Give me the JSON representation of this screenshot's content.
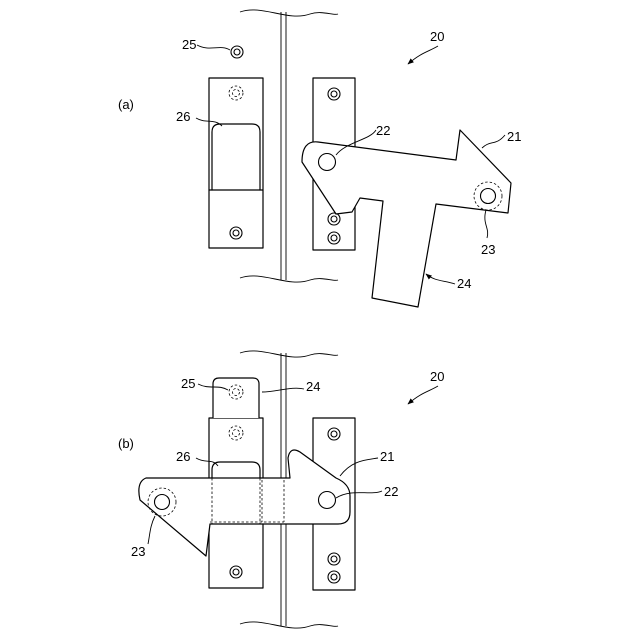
{
  "panels": {
    "a": {
      "label": "(a)"
    },
    "b": {
      "label": "(b)"
    }
  },
  "refs": {
    "a": {
      "r20": "20",
      "r21": "21",
      "r22": "22",
      "r23": "23",
      "r24": "24",
      "r25": "25",
      "r26": "26"
    },
    "b": {
      "r20": "20",
      "r21": "21",
      "r22": "22",
      "r23": "23",
      "r24": "24",
      "r25": "25",
      "r26": "26"
    }
  }
}
